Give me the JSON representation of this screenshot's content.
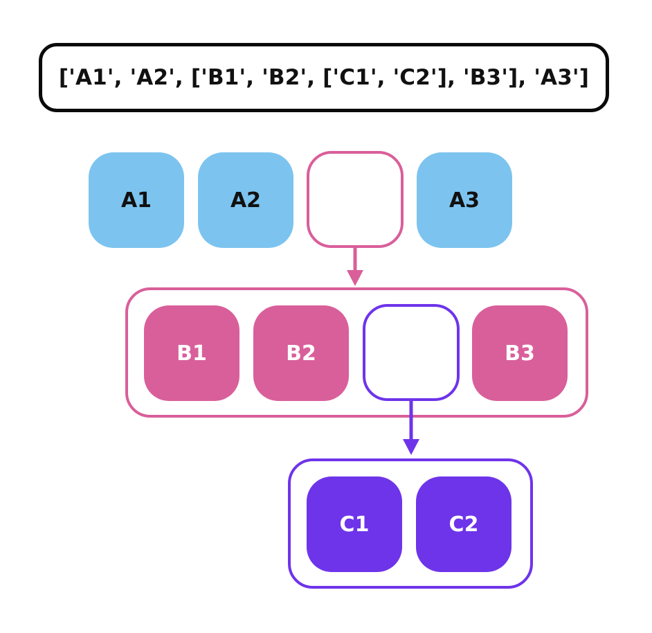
{
  "expression": "['A1', 'A2', ['B1', 'B2', ['C1', 'C2'], 'B3'], 'A3']",
  "levels": {
    "a": {
      "items": [
        "A1",
        "A2",
        "",
        "A3"
      ]
    },
    "b": {
      "items": [
        "B1",
        "B2",
        "",
        "B3"
      ]
    },
    "c": {
      "items": [
        "C1",
        "C2"
      ]
    }
  },
  "colors": {
    "level_a": "#7cc4ef",
    "level_b": "#d95f9a",
    "level_c": "#6e34ea",
    "outline": "#0a0a0a"
  }
}
